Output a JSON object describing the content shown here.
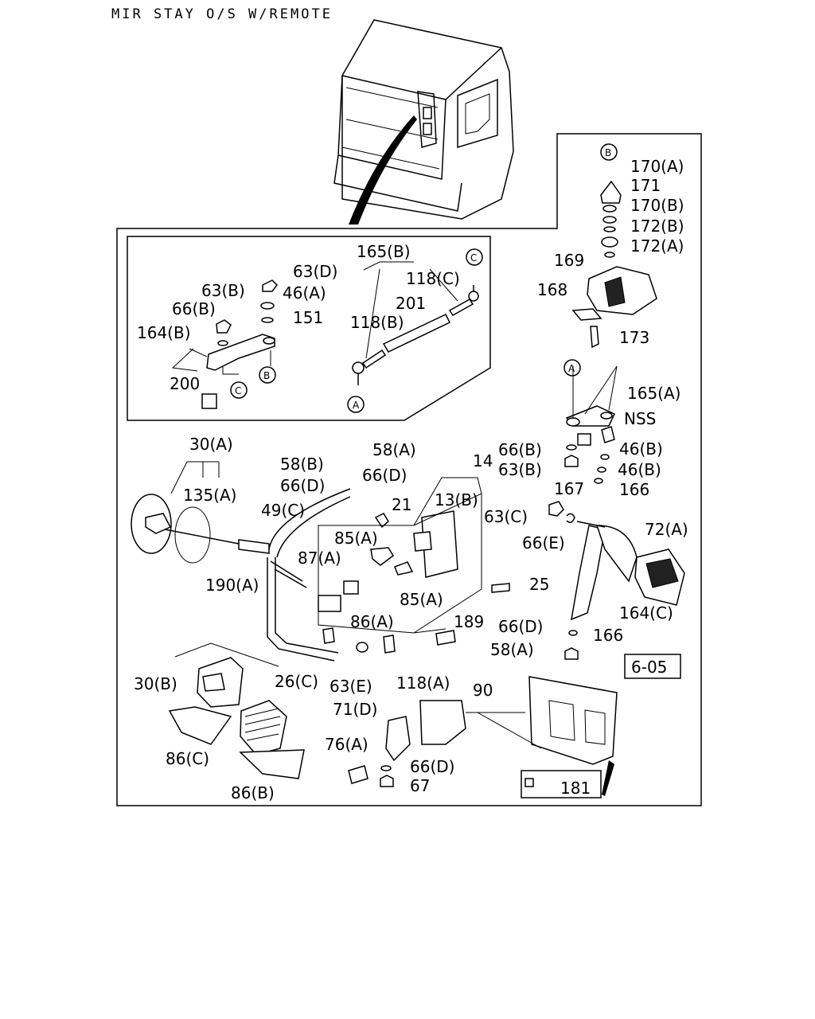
{
  "header": {
    "title": "MIR STAY O/S W/REMOTE"
  },
  "inset": {
    "labels": [
      "165(B)",
      "63(D)",
      "118(C)",
      "63(B)",
      "46(A)",
      "201",
      "66(B)",
      "151",
      "118(B)",
      "164(B)",
      "200"
    ],
    "refs": [
      "C",
      "B",
      "C",
      "A"
    ]
  },
  "main": {
    "labels": [
      "170(A)",
      "171",
      "170(B)",
      "172(B)",
      "172(A)",
      "169",
      "168",
      "173",
      "165(A)",
      "NSS",
      "46(B)",
      "46(B)",
      "166",
      "66(B)",
      "63(B)",
      "167",
      "30(A)",
      "58(A)",
      "58(B)",
      "66(D)",
      "66(D)",
      "14",
      "135(A)",
      "49(C)",
      "21",
      "13(B)",
      "63(C)",
      "66(E)",
      "72(A)",
      "85(A)",
      "87(A)",
      "85(A)",
      "25",
      "190(A)",
      "86(A)",
      "189",
      "164(C)",
      "66(D)",
      "166",
      "58(A)",
      "6-05",
      "30(B)",
      "26(C)",
      "63(E)",
      "118(A)",
      "90",
      "71(D)",
      "86(C)",
      "76(A)",
      "66(D)",
      "67",
      "86(B)",
      "181"
    ],
    "refs": [
      "B",
      "A"
    ]
  }
}
